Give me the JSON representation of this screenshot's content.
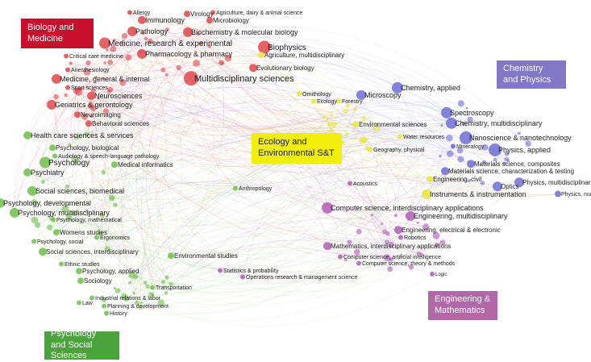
{
  "clusters": {
    "biology": {
      "label": "Biology and Medicine",
      "color": "#c8102e"
    },
    "chemistry": {
      "label": "Chemistry and Physics",
      "color": "#8278c6"
    },
    "ecology": {
      "label": "Ecology and Environmental S&T",
      "color": "#f2ee0c"
    },
    "engineering": {
      "label": "Engineering & Mathematics",
      "color": "#b268a8"
    },
    "psychology": {
      "label": "Psychology and Social Sciences",
      "color": "#4aa33b"
    }
  },
  "node_colors": {
    "red": "#e0484c",
    "green": "#6fbf4a",
    "yellow": "#e8e635",
    "blue": "#6e6ed6",
    "purple": "#b25ab8"
  },
  "nodes": [
    {
      "label": "Allergy",
      "color": "red"
    },
    {
      "label": "Virology",
      "color": "red"
    },
    {
      "label": "Agriculture, dairy & animal science",
      "color": "red"
    },
    {
      "label": "Immunology",
      "color": "red"
    },
    {
      "label": "Microbiology",
      "color": "red"
    },
    {
      "label": "Pathology",
      "color": "red"
    },
    {
      "label": "Biochemistry & molecular biology",
      "color": "red"
    },
    {
      "label": "Medicine, research & experimental",
      "color": "red"
    },
    {
      "label": "Biophysics",
      "color": "red"
    },
    {
      "label": "Pharmacology & pharmacy",
      "color": "red"
    },
    {
      "label": "Agriculture, multidisciplinary",
      "color": "yellow"
    },
    {
      "label": "Critical care medicine",
      "color": "red"
    },
    {
      "label": "Evolutionary biology",
      "color": "red"
    },
    {
      "label": "Anesthesiology",
      "color": "red"
    },
    {
      "label": "Medicine, general & internal",
      "color": "red"
    },
    {
      "label": "Multidisciplinary sciences",
      "color": "red"
    },
    {
      "label": "Sport sciences",
      "color": "red"
    },
    {
      "label": "Neurosciences",
      "color": "red"
    },
    {
      "label": "Geriatrics & gerontology",
      "color": "red"
    },
    {
      "label": "Neuroimaging",
      "color": "red"
    },
    {
      "label": "Behavioral sciences",
      "color": "red"
    },
    {
      "label": "Ornithology",
      "color": "yellow"
    },
    {
      "label": "Ecology",
      "color": "yellow"
    },
    {
      "label": "Forestry",
      "color": "yellow"
    },
    {
      "label": "Microscopy",
      "color": "blue"
    },
    {
      "label": "Chemistry, applied",
      "color": "blue"
    },
    {
      "label": "Spectroscopy",
      "color": "blue"
    },
    {
      "label": "Chemistry, multidisciplinary",
      "color": "blue"
    },
    {
      "label": "Environmental sciences",
      "color": "yellow"
    },
    {
      "label": "Nanoscience & nanotechnology",
      "color": "blue"
    },
    {
      "label": "Water resources",
      "color": "yellow"
    },
    {
      "label": "Physics, applied",
      "color": "blue"
    },
    {
      "label": "Mineralogy",
      "color": "blue"
    },
    {
      "label": "Geography, physical",
      "color": "yellow"
    },
    {
      "label": "Materials science, composites",
      "color": "blue"
    },
    {
      "label": "Materials science, characterization & testing",
      "color": "blue"
    },
    {
      "label": "Engineering, civil",
      "color": "yellow"
    },
    {
      "label": "Health care sciences & services",
      "color": "green"
    },
    {
      "label": "Psychology, biological",
      "color": "green"
    },
    {
      "label": "Audiology & speech-language pathology",
      "color": "green"
    },
    {
      "label": "Psychology",
      "color": "green"
    },
    {
      "label": "Medical informatics",
      "color": "green"
    },
    {
      "label": "Psychiatry",
      "color": "green"
    },
    {
      "label": "Social sciences, biomedical",
      "color": "green"
    },
    {
      "label": "Anthropology",
      "color": "green"
    },
    {
      "label": "Acoustics",
      "color": "purple"
    },
    {
      "label": "Optics",
      "color": "blue"
    },
    {
      "label": "Physics, multidisciplinary",
      "color": "blue"
    },
    {
      "label": "Physics, nuclear",
      "color": "blue"
    },
    {
      "label": "Instruments & instrumentation",
      "color": "yellow"
    },
    {
      "label": "Psychology, developmental",
      "color": "green"
    },
    {
      "label": "Psychology, multidisciplinary",
      "color": "green"
    },
    {
      "label": "Psychology, mathematical",
      "color": "green"
    },
    {
      "label": "Computer science, interdisciplinary applications",
      "color": "purple"
    },
    {
      "label": "Engineering, multidisciplinary",
      "color": "purple"
    },
    {
      "label": "Womens studies",
      "color": "green"
    },
    {
      "label": "Ergonomics",
      "color": "green"
    },
    {
      "label": "Engineering, electrical & electronic",
      "color": "purple"
    },
    {
      "label": "Psychology, social",
      "color": "green"
    },
    {
      "label": "Robotics",
      "color": "purple"
    },
    {
      "label": "Social sciences, interdisciplinary",
      "color": "green"
    },
    {
      "label": "Mathematics, interdisciplinary applications",
      "color": "purple"
    },
    {
      "label": "Environmental studies",
      "color": "green"
    },
    {
      "label": "Computer science, artificial intelligence",
      "color": "purple"
    },
    {
      "label": "Ethnic studies",
      "color": "green"
    },
    {
      "label": "Computer science, theory & methods",
      "color": "purple"
    },
    {
      "label": "Psychology, applied",
      "color": "green"
    },
    {
      "label": "Statistics & probability",
      "color": "purple"
    },
    {
      "label": "Logic",
      "color": "purple"
    },
    {
      "label": "Operations research & management science",
      "color": "purple"
    },
    {
      "label": "Sociology",
      "color": "green"
    },
    {
      "label": "Transportation",
      "color": "green"
    },
    {
      "label": "Industrial relations & labor",
      "color": "green"
    },
    {
      "label": "Law",
      "color": "green"
    },
    {
      "label": "Planning & development",
      "color": "green"
    },
    {
      "label": "History",
      "color": "green"
    }
  ]
}
